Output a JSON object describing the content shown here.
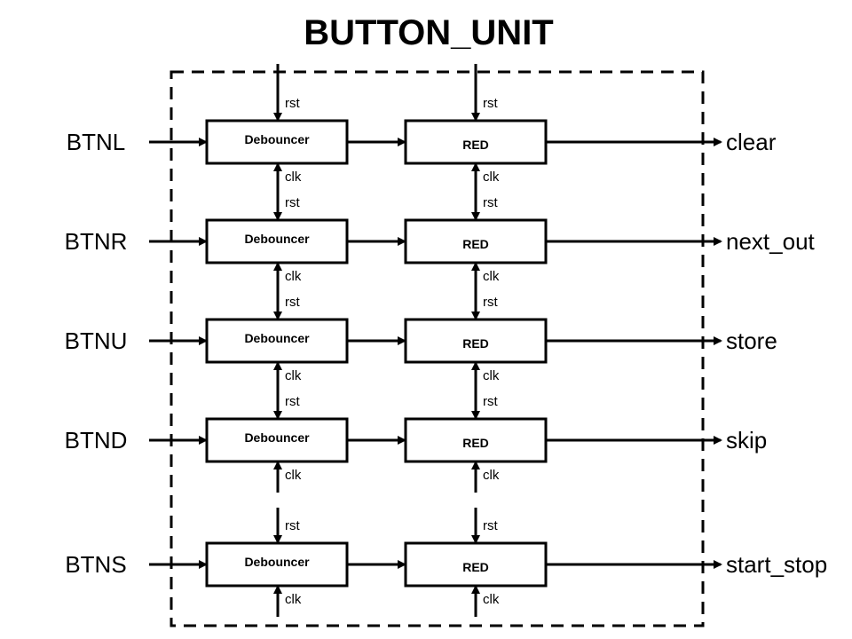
{
  "title": "BUTTON_UNIT",
  "block_labels": {
    "debouncer": "Debouncer",
    "red": "RED"
  },
  "pin_labels": {
    "rst": "rst",
    "clk": "clk"
  },
  "channels": [
    {
      "input": "BTNL",
      "output": "clear"
    },
    {
      "input": "BTNR",
      "output": "next_out"
    },
    {
      "input": "BTNU",
      "output": "store"
    },
    {
      "input": "BTND",
      "output": "skip"
    },
    {
      "input": "BTNS",
      "output": "start_stop"
    }
  ]
}
